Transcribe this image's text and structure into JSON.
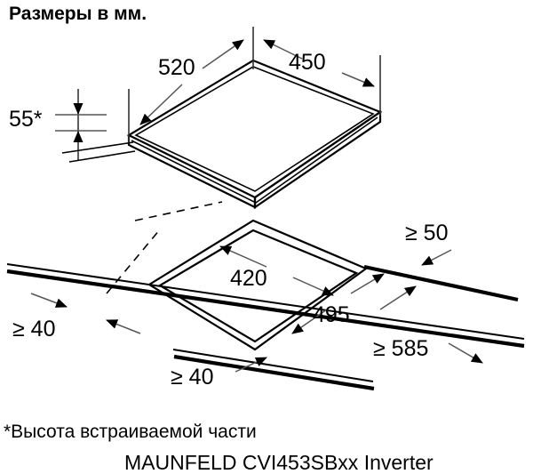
{
  "title": "Размеры в мм.",
  "footnote": "*Высота встраиваемой части",
  "model": "MAUNFELD CVI453SBxx Inverter",
  "dimensions": {
    "width_top": "520",
    "depth_top": "450",
    "height": "55*",
    "cutout_depth": "420",
    "cutout_width": "495",
    "clearance_rear": "≥ 50",
    "clearance_left": "≥ 40",
    "clearance_front": "≥ 40",
    "worktop_width": "≥ 585"
  },
  "units": "мм",
  "colors": {
    "line": "#000000",
    "background": "#ffffff",
    "extension": "#555555"
  },
  "chart_data": {
    "type": "table",
    "title": "Размеры в мм.",
    "categories": [
      "520",
      "450",
      "55*",
      "420",
      "495",
      "≥ 50",
      "≥ 40",
      "≥ 40",
      "≥ 585"
    ],
    "values": [
      520,
      450,
      55,
      420,
      495,
      50,
      40,
      40,
      585
    ],
    "xlabel": "Размер",
    "ylabel": "мм"
  }
}
